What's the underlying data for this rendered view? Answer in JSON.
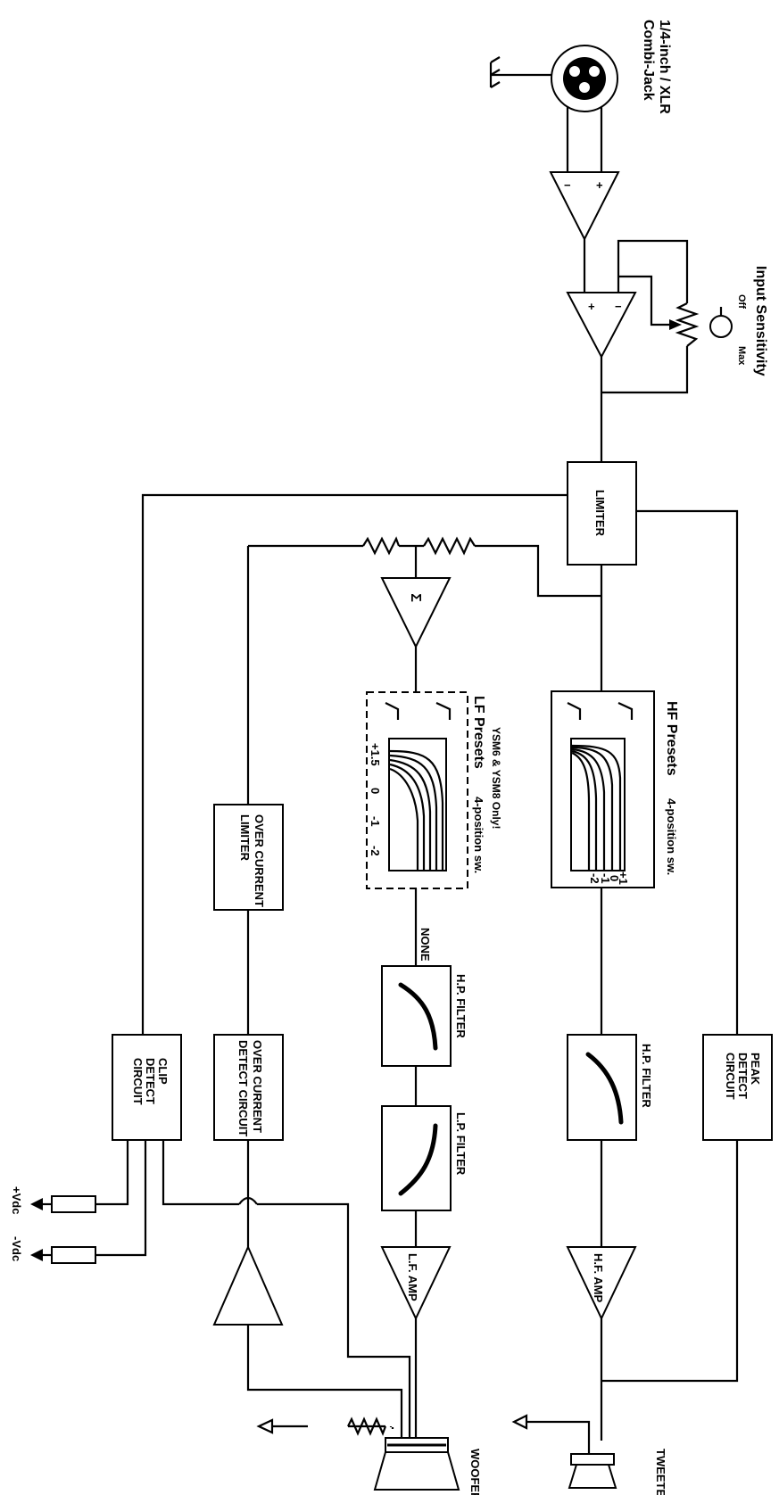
{
  "diagram": {
    "colors": {
      "ink": "#000000",
      "paper": "#ffffff"
    },
    "labels": {
      "jack": "1/4-inch / XLR\nCombi-Jack",
      "input_sensitivity": "Input Sensitivity",
      "off": "Off",
      "max": "Max",
      "limiter": "LIMITER",
      "hf_presets": "HF Presets",
      "hf_switch": "4-position sw.",
      "hf_values": [
        "+1",
        "0",
        "-1",
        "-2"
      ],
      "lf_presets": "LF Presets",
      "lf_switch": "4-position sw.",
      "lf_note": "YSM6 & YSM8 Only!",
      "lf_values": [
        "+1.5",
        "0",
        "-1",
        "-2"
      ],
      "sum_symbol": "Σ",
      "over_current_limiter": "OVER CURRENT\nLIMITER",
      "none": "NONE",
      "hp_filter_lf": "H.P. FILTER",
      "lp_filter": "L.P. FILTER",
      "hp_filter_hf": "H.P. FILTER",
      "peak_detect": "PEAK\nDETECT\nCIRCUIT",
      "over_current_detect": "OVER CURRENT\nDETECT CIRCUIT",
      "clip_detect": "CLIP\nDETECT\nCIRCUIT",
      "lf_amp": "L.F. AMP",
      "hf_amp": "H.F. AMP",
      "plus_vdc": "+Vdc",
      "minus_vdc": "-Vdc",
      "woofer": "WOOFER",
      "tweeter": "TWEETER",
      "op_minus": "−",
      "op_plus": "+"
    }
  }
}
